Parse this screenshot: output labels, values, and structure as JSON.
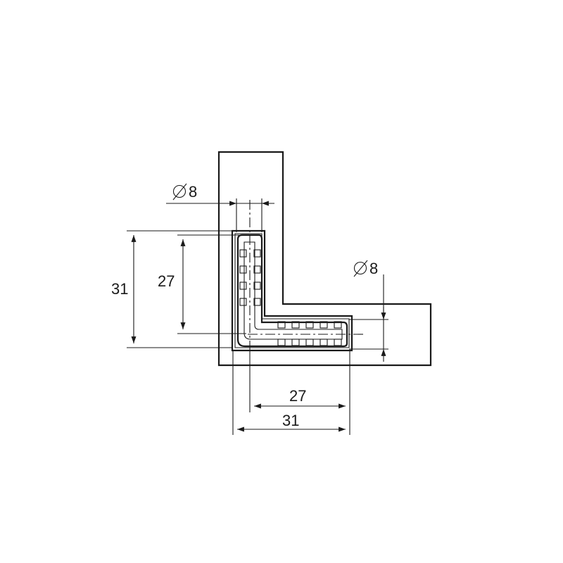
{
  "dimensions": {
    "vertical_outer": "31",
    "vertical_inner": "27",
    "horizontal_inner": "27",
    "horizontal_outer": "31",
    "diameter_top": "8",
    "diameter_right": "8"
  },
  "symbols": {
    "diameter": "diameter-symbol"
  },
  "colors": {
    "line": "#1a1a1a",
    "background": "#ffffff"
  }
}
